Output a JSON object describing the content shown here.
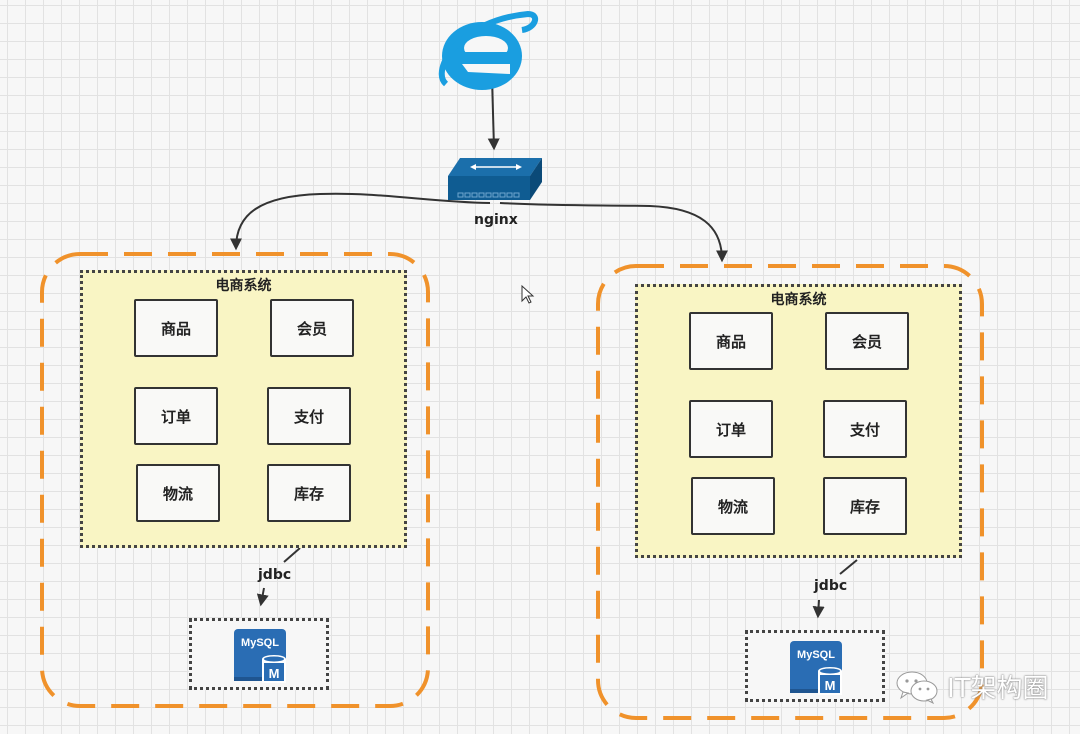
{
  "diagram": {
    "title": "nginx load-balanced e-commerce deployment",
    "client": {
      "icon": "ie-browser-icon"
    },
    "load_balancer": {
      "icon": "network-switch-icon",
      "label": "nginx"
    },
    "colors": {
      "node_boundary": "#f0922b",
      "system_fill": "#f9f5c4",
      "browser_blue": "#1a9ee0",
      "switch_blue": "#0f5c92",
      "mysql_blue": "#2a6db4",
      "connector": "#333333"
    },
    "nodes": [
      {
        "system_title": "电商系统",
        "modules": [
          "商品",
          "会员",
          "订单",
          "支付",
          "物流",
          "库存"
        ],
        "db_connector_label": "jdbc",
        "database": {
          "icon": "mysql-icon",
          "name": "MySQL",
          "badge": "M"
        }
      },
      {
        "system_title": "电商系统",
        "modules": [
          "商品",
          "会员",
          "订单",
          "支付",
          "物流",
          "库存"
        ],
        "db_connector_label": "jdbc",
        "database": {
          "icon": "mysql-icon",
          "name": "MySQL",
          "badge": "M"
        }
      }
    ],
    "watermark": {
      "icon": "wechat-icon",
      "text": "IT架构圈"
    }
  }
}
